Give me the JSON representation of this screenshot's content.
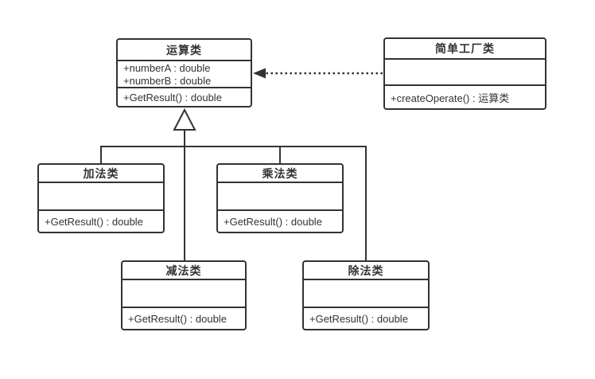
{
  "diagram": {
    "type": "uml-class-diagram",
    "colors": {
      "stroke": "#333333",
      "text": "#333333",
      "background": "#ffffff"
    }
  },
  "classes": {
    "operation": {
      "name": "运算类",
      "attributes": [
        "+numberA : double",
        "+numberB : double"
      ],
      "methods": [
        "+GetResult() : double"
      ]
    },
    "factory": {
      "name": "简单工厂类",
      "attributes": [],
      "methods": [
        "+createOperate() : 运算类"
      ]
    },
    "add": {
      "name": "加法类",
      "attributes": [],
      "methods": [
        "+GetResult() : double"
      ]
    },
    "multiply": {
      "name": "乘法类",
      "attributes": [],
      "methods": [
        "+GetResult() : double"
      ]
    },
    "subtract": {
      "name": "减法类",
      "attributes": [],
      "methods": [
        "+GetResult() : double"
      ]
    },
    "divide": {
      "name": "除法类",
      "attributes": [],
      "methods": [
        "+GetResult() : double"
      ]
    }
  },
  "relationships": [
    {
      "type": "inheritance",
      "from": "加法类",
      "to": "运算类"
    },
    {
      "type": "inheritance",
      "from": "乘法类",
      "to": "运算类"
    },
    {
      "type": "inheritance",
      "from": "减法类",
      "to": "运算类"
    },
    {
      "type": "inheritance",
      "from": "除法类",
      "to": "运算类"
    },
    {
      "type": "dependency",
      "from": "简单工厂类",
      "to": "运算类"
    }
  ]
}
